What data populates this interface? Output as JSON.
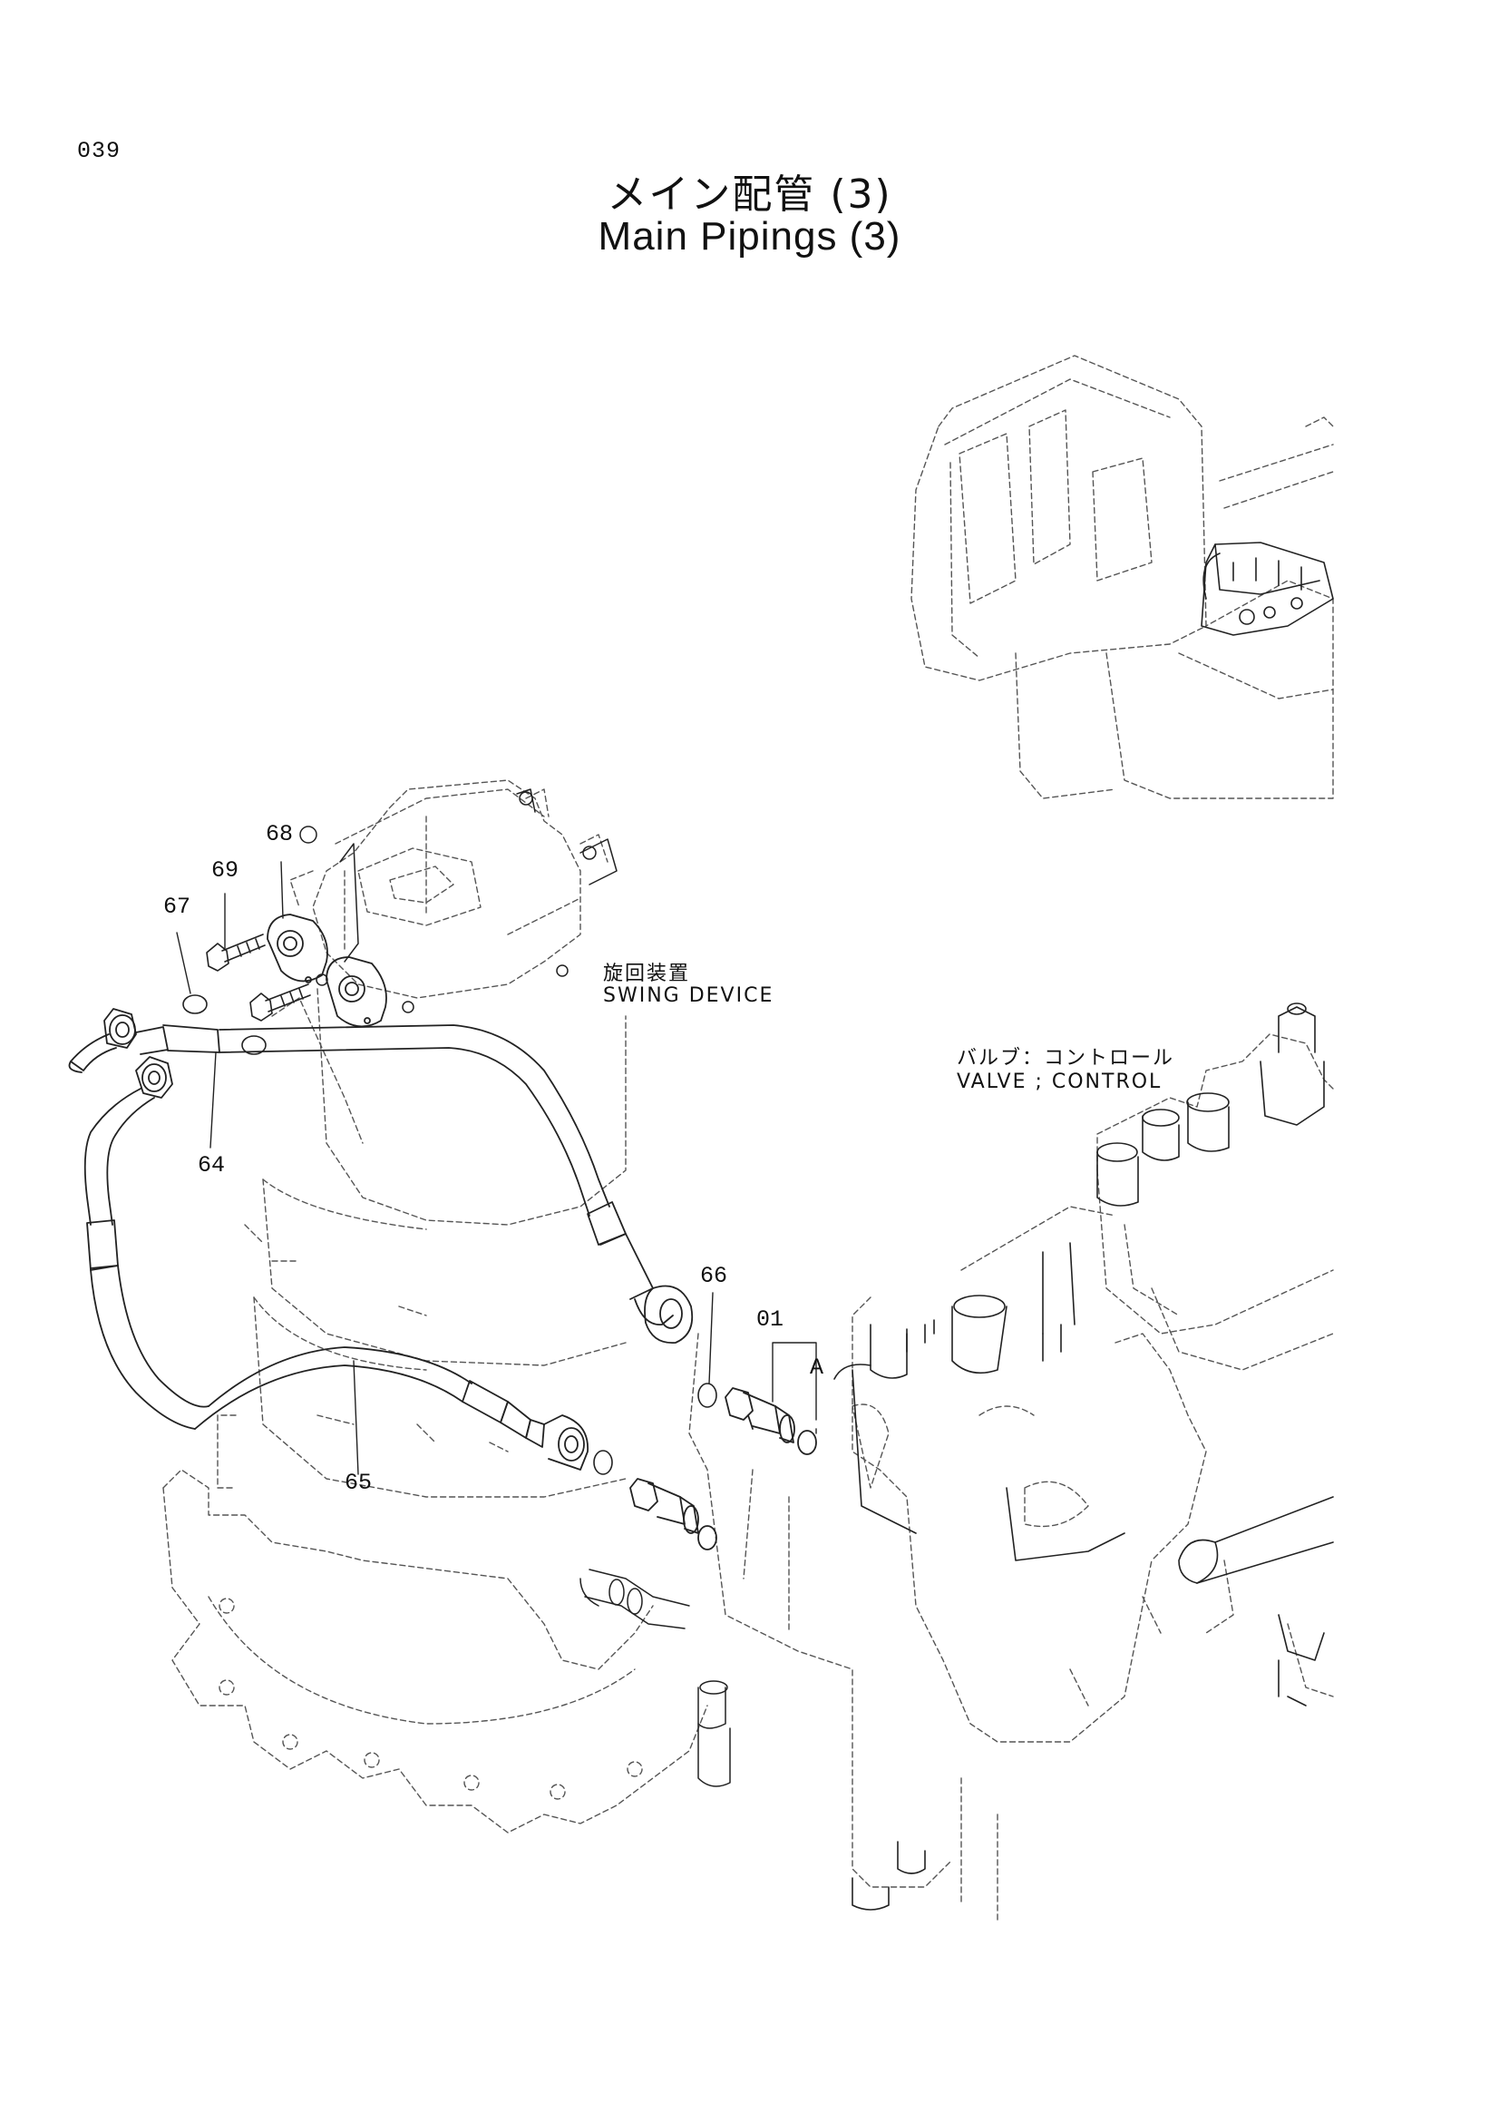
{
  "page": {
    "number": "039"
  },
  "title": {
    "jp": "メイン配管 (3)",
    "en": "Main Pipings (3)"
  },
  "components": {
    "swing_device": {
      "jp": "旋回装置",
      "en": "SWING DEVICE"
    },
    "control_valve": {
      "jp": "バルブ：コントロール",
      "en": "VALVE ; CONTROL"
    }
  },
  "callouts": {
    "c68": "68",
    "c69": "69",
    "c67": "67",
    "c64": "64",
    "c65": "65",
    "c66": "66",
    "c01": "01",
    "cA": "A"
  }
}
